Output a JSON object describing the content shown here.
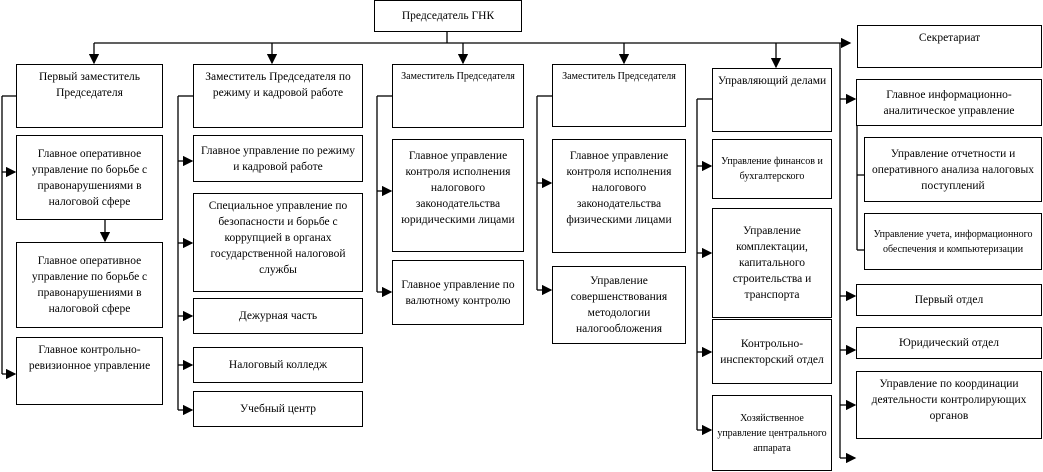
{
  "chairman": "Председатель ГНК",
  "col1": {
    "head": "Первый заместитель Председателя",
    "items": [
      "Главное оперативное управление по борьбе с правонарушениями в налоговой сфере",
      "Главное оперативное управление по борьбе с правонарушениями в налоговой сфере",
      "Главное контрольно-ревизионное управление"
    ]
  },
  "col2": {
    "head": "Заместитель Председателя по режиму и кадровой работе",
    "items": [
      "Главное управление по режиму и кадровой работе",
      "Специальное управление по безопасности и борьбе с коррупцией в органах государственной налоговой службы",
      "Дежурная часть",
      "Налоговый колледж",
      "Учебный центр"
    ]
  },
  "col3": {
    "head": "Заместитель Председателя",
    "items": [
      "Главное управление контроля исполнения налогового законодательства юридическими лицами",
      "Главное управление по валютному контролю"
    ]
  },
  "col4": {
    "head": "Заместитель Председателя",
    "items": [
      "Главное управление контроля исполнения налогового законодательства физическими лицами",
      "Управление совершенствования методологии налогообложения"
    ]
  },
  "col5": {
    "head": "Управляющий делами",
    "items": [
      "Управление финансов и бухгалтерского",
      "Управление комплектации, капитального строительства и транспорта",
      "Контрольно-инспекторский отдел",
      "Хозяйственное управление центрального аппарата"
    ]
  },
  "right": {
    "secretariat": "Секретариат",
    "info": "Главное информационно-аналитическое управление",
    "info_subs": [
      "Управление отчетности и оперативного анализа налоговых поступлений",
      "Управление учета, информационного обеспечения и компьютеризации"
    ],
    "items": [
      "Первый отдел",
      "Юридический отдел",
      "Управление по координации деятельности контролирующих органов"
    ]
  }
}
